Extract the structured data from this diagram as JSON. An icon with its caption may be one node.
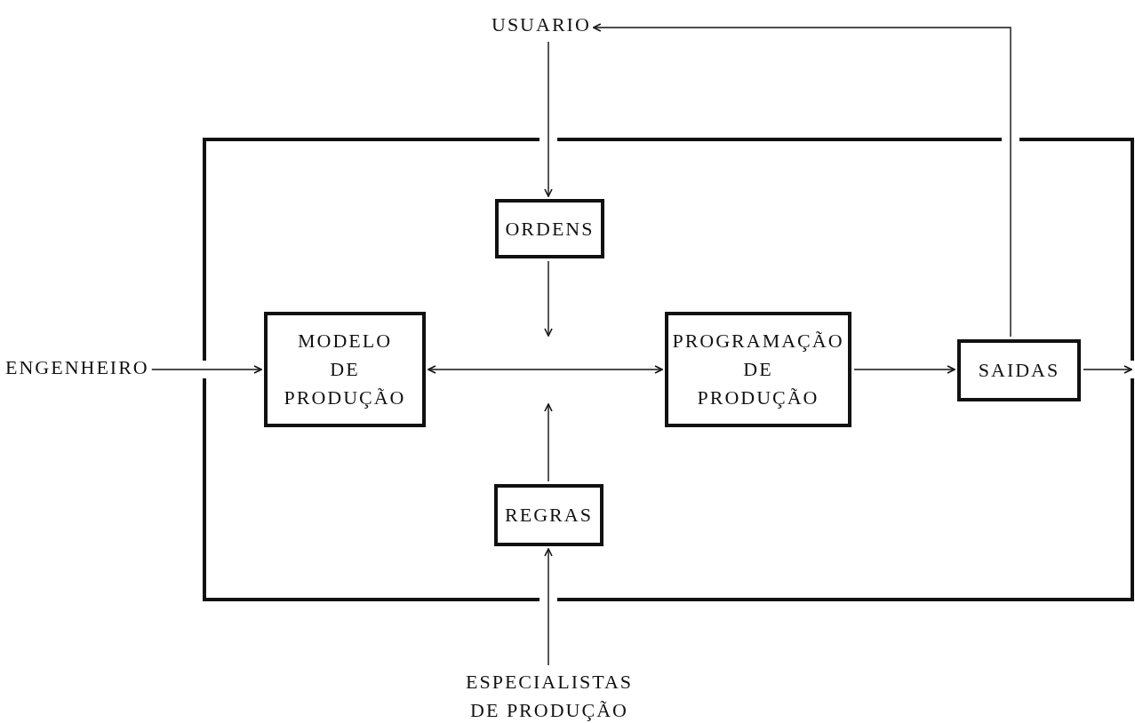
{
  "diagram": {
    "nodes": [
      {
        "text": [
          "USUARIO"
        ]
      },
      {
        "text": [],
        "shape": "box"
      },
      {
        "text": [
          "ORDENS"
        ],
        "in": 1
      },
      {
        "text": [
          "ENGENHEIRO"
        ]
      },
      {
        "text": [
          "MODELO DE PRODUÇÃO"
        ],
        "in": 1
      },
      {
        "text": [
          "PROGRAMAÇÃO DE PRODUÇÃO"
        ],
        "in": 1
      },
      {
        "text": [
          "SAIDAS"
        ],
        "in": 1
      },
      {
        "text": [
          "REGRAS"
        ],
        "in": 1
      },
      {
        "text": [
          "ESPECIALISTAS DE PRODUÇÃO"
        ]
      }
    ],
    "edges": [
      {
        "from": 0,
        "to": 2,
        "arrow": "to"
      },
      {
        "from": 2,
        "to": null,
        "arrow": "to"
      },
      {
        "from": 3,
        "to": 4,
        "arrow": "to"
      },
      {
        "from": 4,
        "to": 5,
        "arrow": "both"
      },
      {
        "from": 5,
        "to": 6,
        "arrow": "to"
      },
      {
        "from": 6,
        "to": 0,
        "arrow": "to"
      },
      {
        "from": 6,
        "to": null,
        "arrow": "to"
      },
      {
        "from": 7,
        "to": null,
        "arrow": "to"
      },
      {
        "from": 8,
        "to": 7,
        "arrow": "to"
      }
    ]
  }
}
